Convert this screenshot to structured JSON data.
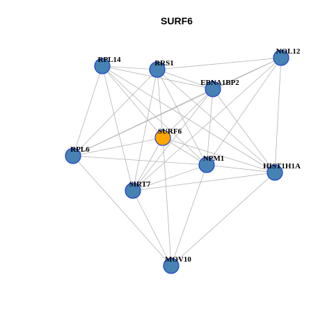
{
  "title": "SURF6",
  "colors": {
    "node_default": "#4682b4",
    "node_highlight": "#ffa500",
    "node_border": "#1f3fcf",
    "edge": "#b3b3b3"
  },
  "nodes": [
    {
      "id": "SURF6",
      "label": "SURF6",
      "highlight": true
    },
    {
      "id": "RPL14",
      "label": "RPL14"
    },
    {
      "id": "RRS1",
      "label": "RRS1"
    },
    {
      "id": "NOL12",
      "label": "NOL12"
    },
    {
      "id": "EBNA1BP2",
      "label": "EBNA1BP2"
    },
    {
      "id": "RPL6",
      "label": "RPL6"
    },
    {
      "id": "NPM1",
      "label": "NPM1"
    },
    {
      "id": "HIST1H1A",
      "label": "HIST1H1A"
    },
    {
      "id": "SIRT7",
      "label": "SIRT7"
    },
    {
      "id": "MOV10",
      "label": "MOV10"
    }
  ],
  "edges": [
    [
      "SURF6",
      "RPL14"
    ],
    [
      "SURF6",
      "RRS1"
    ],
    [
      "SURF6",
      "EBNA1BP2"
    ],
    [
      "SURF6",
      "RPL6"
    ],
    [
      "SURF6",
      "NPM1"
    ],
    [
      "SURF6",
      "SIRT7"
    ],
    [
      "SURF6",
      "MOV10"
    ],
    [
      "SURF6",
      "HIST1H1A"
    ],
    [
      "RPL14",
      "RRS1"
    ],
    [
      "RPL14",
      "EBNA1BP2"
    ],
    [
      "RPL14",
      "RPL6"
    ],
    [
      "RPL14",
      "NPM1"
    ],
    [
      "RPL14",
      "SIRT7"
    ],
    [
      "RPL14",
      "HIST1H1A"
    ],
    [
      "RRS1",
      "NOL12"
    ],
    [
      "RRS1",
      "EBNA1BP2"
    ],
    [
      "RRS1",
      "RPL6"
    ],
    [
      "RRS1",
      "NPM1"
    ],
    [
      "RRS1",
      "SIRT7"
    ],
    [
      "RRS1",
      "HIST1H1A"
    ],
    [
      "NOL12",
      "RPL6"
    ],
    [
      "NOL12",
      "SIRT7"
    ],
    [
      "NOL12",
      "NPM1"
    ],
    [
      "NOL12",
      "HIST1H1A"
    ],
    [
      "NOL12",
      "EBNA1BP2"
    ],
    [
      "EBNA1BP2",
      "NPM1"
    ],
    [
      "EBNA1BP2",
      "SIRT7"
    ],
    [
      "EBNA1BP2",
      "RPL6"
    ],
    [
      "EBNA1BP2",
      "HIST1H1A"
    ],
    [
      "RPL6",
      "NPM1"
    ],
    [
      "RPL6",
      "MOV10"
    ],
    [
      "NPM1",
      "SIRT7"
    ],
    [
      "NPM1",
      "MOV10"
    ],
    [
      "NPM1",
      "HIST1H1A"
    ],
    [
      "SIRT7",
      "HIST1H1A"
    ],
    [
      "SIRT7",
      "MOV10"
    ],
    [
      "HIST1H1A",
      "MOV10"
    ]
  ]
}
